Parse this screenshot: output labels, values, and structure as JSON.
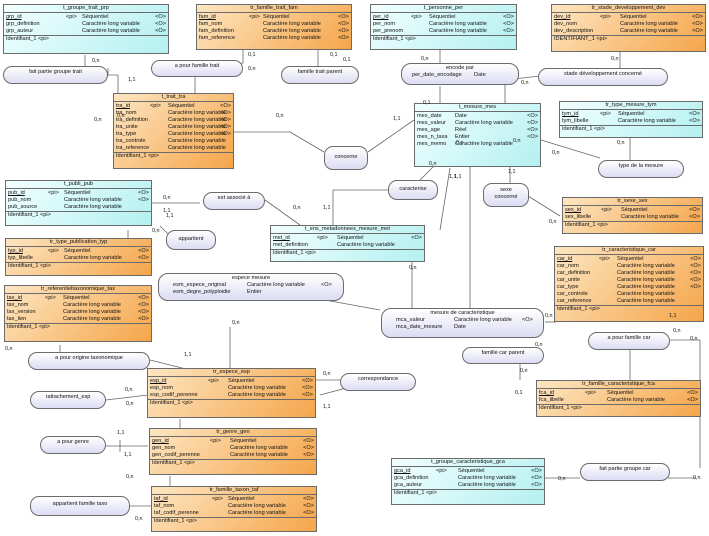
{
  "entities": [
    {
      "id": "t_groupe_trait_prp",
      "theme": "cyan",
      "title": "t_groupe_trait_prp",
      "rows": [
        [
          "grp_id",
          "<pi>",
          "Séquentiel",
          "<O>"
        ],
        [
          "grp_definition",
          "",
          "Caractère long variable",
          "<O>"
        ],
        [
          "grp_auteur",
          "",
          "Caractère long variable",
          "<O>"
        ]
      ],
      "ident": "Identifiant_1   <pi>"
    },
    {
      "id": "tr_famille_trait_fam",
      "theme": "orange",
      "title": "tr_famille_trait_fam",
      "rows": [
        [
          "fam_id",
          "<pi>",
          "Séquentiel",
          "<O>"
        ],
        [
          "fam_nom",
          "",
          "Caractère long variable",
          "<O>"
        ],
        [
          "fam_definition",
          "",
          "Caractère long variable",
          "<O>"
        ],
        [
          "fam_reference",
          "",
          "Caractère long variable",
          "<O>"
        ]
      ],
      "ident": "Identifiant_1   <pi>"
    },
    {
      "id": "t_personne_per",
      "theme": "cyan",
      "title": "t_personne_per",
      "rows": [
        [
          "per_id",
          "<pi>",
          "Séquentiel",
          "<O>"
        ],
        [
          "per_nom",
          "",
          "Caractère long variable",
          "<O>"
        ],
        [
          "per_prenom",
          "",
          "Caractère long variable",
          "<O>"
        ]
      ],
      "ident": "Identifiant_1   <pi>"
    },
    {
      "id": "tr_stade_developpement_dev",
      "theme": "orange",
      "title": "tr_stade_developpement_dev",
      "rows": [
        [
          "dev_id",
          "<pi>",
          "Séquentiel",
          "<O>"
        ],
        [
          "dev_nom",
          "",
          "Caractère long variable",
          "<O>"
        ],
        [
          "dev_description",
          "",
          "Caractère long variable",
          "<O>"
        ]
      ],
      "ident": "IDENTIFIANT_1   <pi>"
    },
    {
      "id": "t_trait_tra",
      "theme": "orange",
      "title": "t_trait_tra",
      "rows": [
        [
          "tra_id",
          "<pi>",
          "Séquentiel",
          "<O>"
        ],
        [
          "tra_nom",
          "",
          "Caractère long variable",
          "<O>"
        ],
        [
          "tra_definition",
          "",
          "Caractère long variable",
          "<O>"
        ],
        [
          "tra_unite",
          "",
          "Caractère long variable",
          "<O>"
        ],
        [
          "tra_type",
          "",
          "Caractère long variable",
          "<O>"
        ],
        [
          "tra_controle",
          "",
          "Caractère long variable",
          ""
        ],
        [
          "tra_reference",
          "",
          "Caractère long variable",
          ""
        ]
      ],
      "ident": "Identifiant_1   <pi>"
    },
    {
      "id": "t_mesure_mes",
      "theme": "cyan",
      "title": "t_mesure_mes",
      "rows": [
        [
          "mes_date",
          "",
          "Date",
          "<O>"
        ],
        [
          "mes_valeur",
          "",
          "Caractère long variable",
          "<O>"
        ],
        [
          "mes_age",
          "",
          "Réel",
          "<O>"
        ],
        [
          "mes_n_taxa",
          "",
          "Entier",
          "<O>"
        ],
        [
          "mes_memo",
          "",
          "Caractère long variable",
          ""
        ]
      ],
      "ident": ""
    },
    {
      "id": "tr_type_mesure_tym",
      "theme": "cyan",
      "title": "tr_type_mesure_tym",
      "rows": [
        [
          "tym_id",
          "<pi>",
          "Séquentiel",
          "<O>"
        ],
        [
          "tym_libelle",
          "",
          "Caractère long variable",
          "<O>"
        ]
      ],
      "ident": "Identifiant_1   <pi>"
    },
    {
      "id": "t_publi_pub",
      "theme": "cyan",
      "title": "t_publi_pub",
      "rows": [
        [
          "pub_id",
          "<pi>",
          "Séquentiel",
          "<O>"
        ],
        [
          "pub_nom",
          "",
          "Caractère long variable",
          "<O>"
        ],
        [
          "pub_source",
          "",
          "Caractère long variable",
          ""
        ]
      ],
      "ident": "Identifiant_1   <pi>"
    },
    {
      "id": "tr_type_publication_typ",
      "theme": "orange",
      "title": "tr_type_publication_typ",
      "rows": [
        [
          "typ_id",
          "<pi>",
          "Séquentiel",
          "<O>"
        ],
        [
          "typ_libelle",
          "",
          "Caractère long variable",
          "<O>"
        ]
      ],
      "ident": "Identifiant_1   <pi>"
    },
    {
      "id": "tr_sexe_sex",
      "theme": "orange",
      "title": "tr_sexe_sex",
      "rows": [
        [
          "sex_id",
          "<pi>",
          "Séquentiel",
          "<O>"
        ],
        [
          "sex_libelle",
          "",
          "Caractère long variable",
          "<O>"
        ]
      ],
      "ident": "Identifiant_1   <pi>"
    },
    {
      "id": "t_ens_metadonnees_mesure_met",
      "theme": "cyan",
      "title": "t_ens_metadonnees_mesure_met",
      "rows": [
        [
          "met_id",
          "<pi>",
          "Séquentiel",
          "<O>"
        ],
        [
          "met_definition",
          "",
          "Caractère long variable",
          ""
        ]
      ],
      "ident": "Identifiant_1   <pi>"
    },
    {
      "id": "tr_caracteristique_car",
      "theme": "orange",
      "title": "tr_caracteristique_car",
      "rows": [
        [
          "car_id",
          "<pi>",
          "Séquentiel",
          "<O>"
        ],
        [
          "car_nom",
          "",
          "Caractère long variable",
          "<O>"
        ],
        [
          "car_definition",
          "",
          "Caractère long variable",
          "<O>"
        ],
        [
          "car_unite",
          "",
          "Caractère long variable",
          "<O>"
        ],
        [
          "car_type",
          "",
          "Caractère long variable",
          "<O>"
        ],
        [
          "car_controle",
          "",
          "Caractère long variable",
          ""
        ],
        [
          "car_reference",
          "",
          "Caractère long variable",
          ""
        ]
      ],
      "ident": "Identifiant_1   <pi>"
    },
    {
      "id": "tr_referentieltaxonomique_tax",
      "theme": "orange",
      "title": "tr_referentieltaxonomique_tax",
      "rows": [
        [
          "tax_id",
          "<pi>",
          "Séquentiel",
          "<O>"
        ],
        [
          "tax_nom",
          "",
          "Caractère long variable",
          "<O>"
        ],
        [
          "tax_version",
          "",
          "Caractère long variable",
          "<O>"
        ],
        [
          "tax_lien",
          "",
          "Caractère long variable",
          "<O>"
        ]
      ],
      "ident": "Identifiant_1   <pi>"
    },
    {
      "id": "tr_espece_esp",
      "theme": "orange",
      "title": "tr_espece_esp",
      "rows": [
        [
          "esp_id",
          "<pi>",
          "Séquentiel",
          "<O>"
        ],
        [
          "esp_nom",
          "",
          "Caractère long variable",
          "<O>"
        ],
        [
          "esp_codif_perenne",
          "",
          "Caractère long variable",
          "<O>"
        ]
      ],
      "ident": "Identifiant_1   <pi>"
    },
    {
      "id": "tr_famille_caracteristique_fca",
      "theme": "orange",
      "title": "tr_famille_caracteristique_fca",
      "rows": [
        [
          "fca_id",
          "<pi>",
          "Séquentiel",
          "<O>"
        ],
        [
          "fca_libelle",
          "",
          "Caractère long variable",
          "<O>"
        ]
      ],
      "ident": "Identifiant_1   <pi>"
    },
    {
      "id": "tr_genre_gen",
      "theme": "orange",
      "title": "tr_genre_gen",
      "rows": [
        [
          "gen_id",
          "<pi>",
          "Séquentiel",
          "<O>"
        ],
        [
          "gen_nom",
          "",
          "Caractère long variable",
          "<O>"
        ],
        [
          "gen_codif_perenne",
          "",
          "Caractère long variable",
          "<O>"
        ]
      ],
      "ident": "Identifiant_1   <pi>"
    },
    {
      "id": "t_groupe_caracteristique_gca",
      "theme": "cyan",
      "title": "t_groupe_caracteristique_gca",
      "rows": [
        [
          "gca_id",
          "<pi>",
          "Séquentiel",
          "<O>"
        ],
        [
          "gca_definition",
          "",
          "Caractère long variable",
          "<O>"
        ],
        [
          "gca_auteur",
          "",
          "Caractère long variable",
          "<O>"
        ]
      ],
      "ident": "Identifiant_1   <pi>"
    },
    {
      "id": "tr_famille_taxon_taf",
      "theme": "orange",
      "title": "tr_famille_taxon_taf",
      "rows": [
        [
          "taf_id",
          "<pi>",
          "Séquentiel",
          "<O>"
        ],
        [
          "taf_nom",
          "",
          "Caractère long variable",
          "<O>"
        ],
        [
          "taf_codif_perenne",
          "",
          "Caractère long variable",
          "<O>"
        ]
      ],
      "ident": "Identifiant_1   <pi>"
    }
  ],
  "relations": [
    {
      "id": "fait_partie_groupe_trait",
      "label": "fait partie groupe trait"
    },
    {
      "id": "a_pour_famille_trait",
      "label": "a pour famille trait"
    },
    {
      "id": "famille_trait_parent",
      "label": "famille trait parent"
    },
    {
      "id": "encode_par",
      "label": "encode par",
      "rows": [
        [
          "per_date_encodage",
          "Date",
          ""
        ]
      ]
    },
    {
      "id": "stade_developpement_concerne",
      "label": "stade développement concerné"
    },
    {
      "id": "type_de_la_mesure",
      "label": "type de la mesure"
    },
    {
      "id": "concerne",
      "label": "concerne"
    },
    {
      "id": "caracterise",
      "label": "caracterise"
    },
    {
      "id": "sexe_concerne",
      "label": "sexe\nconcerné"
    },
    {
      "id": "est_associe_a",
      "label": "est associé à"
    },
    {
      "id": "appartient",
      "label": "appartient"
    },
    {
      "id": "espece_mesure",
      "label": "espece mesure",
      "rows": [
        [
          "esm_espece_original",
          "Caractère long variable",
          "<O>"
        ],
        [
          "esm_degre_polyploidie",
          "Entier",
          ""
        ]
      ]
    },
    {
      "id": "mesure_de_caracteristique",
      "label": "mesure de caracteristique",
      "rows": [
        [
          "mca_valeur",
          "Caractère long variable",
          "<O>"
        ],
        [
          "mca_date_mesure",
          "Date",
          ""
        ]
      ]
    },
    {
      "id": "a_pour_famille_car",
      "label": "a pour famille car"
    },
    {
      "id": "famille_car_parent",
      "label": "famille car parent"
    },
    {
      "id": "a_pour_origine_taxonomique",
      "label": "a pour origine taxonomique"
    },
    {
      "id": "correspondance",
      "label": "correspondance"
    },
    {
      "id": "rattachement_esp",
      "label": "rattachement_esp"
    },
    {
      "id": "a_pour_genre",
      "label": "a pour genre"
    },
    {
      "id": "fait_partie_groupe_car",
      "label": "fait partie groupe car"
    },
    {
      "id": "appartient_famille_taxo",
      "label": "appartient famille taxo"
    }
  ],
  "cardinalities": [
    "0,n",
    "0,1",
    "0,1",
    "1,1",
    "0,n",
    "0,1",
    "0,n",
    "0,n",
    "0,n",
    "0,n",
    "0,n",
    "1,1",
    "0,n",
    "0,n",
    "1,1",
    "0,n",
    "1,1",
    "0,n",
    "0,n",
    "1,1",
    "0,1",
    "0,n",
    "0,n",
    "1,1",
    "0,n",
    "0,n",
    "0,n",
    "0,n",
    "0,n",
    "1,1",
    "0,n",
    "1,1",
    "1,1",
    "1,1",
    "0,n",
    "0,n",
    "0,1",
    "0,n",
    "0,n",
    "0,n",
    "0,n",
    "1,1",
    "0,n",
    "1,1",
    "0,n",
    "0,n",
    "0,n",
    "0,n",
    "1,1",
    "0,n"
  ]
}
